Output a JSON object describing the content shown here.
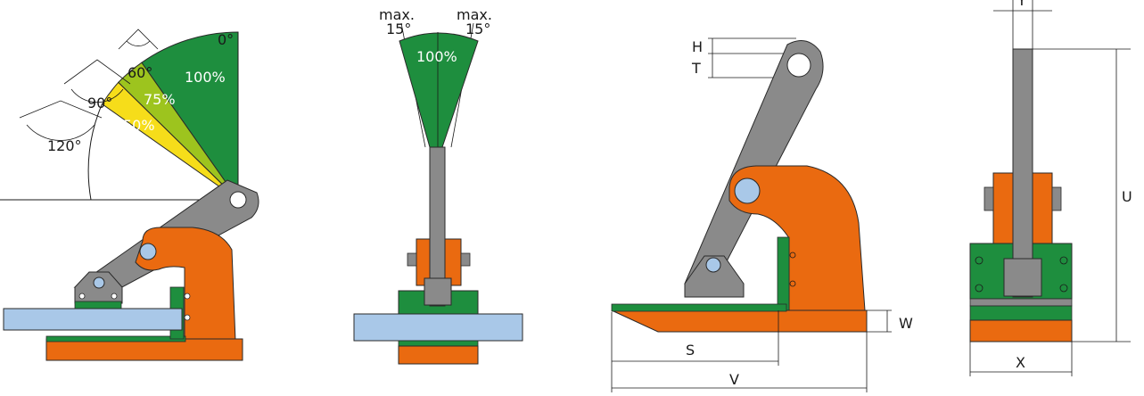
{
  "colors": {
    "orange": "#ea6a10",
    "green": "#1e8e3e",
    "dark_green": "#137a33",
    "lime": "#9dc41e",
    "yellow": "#f6dd1a",
    "grey_arm": "#8a8a8a",
    "plate_blue": "#a9c8e8",
    "outline": "#2a2a2a"
  },
  "fig1": {
    "angle_zero": "0°",
    "pct_100": "100%",
    "pct_75": "75%",
    "pct_50": "50%",
    "ang_60": "60°",
    "ang_90": "90°",
    "ang_120": "120°"
  },
  "fig2": {
    "max_left": "max.",
    "deg_left": "15°",
    "max_right": "max.",
    "deg_right": "15°",
    "pct": "100%"
  },
  "fig3": {
    "h": "H",
    "t": "T",
    "w": "W",
    "s": "S",
    "v": "V"
  },
  "fig4": {
    "y": "Y",
    "u": "U",
    "x": "X"
  }
}
